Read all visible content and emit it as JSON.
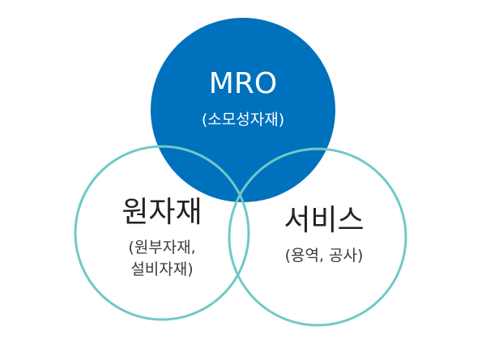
{
  "circles": {
    "mro": {
      "title": "MRO",
      "subtitle": "(소모성자재)",
      "fill_color": "#0071bc"
    },
    "raw_materials": {
      "title": "원자재",
      "subtitle_line1": "(원부자재,",
      "subtitle_line2": "설비자재)",
      "stroke_color": "#6fc9c6"
    },
    "services": {
      "title": "서비스",
      "subtitle": "(용역, 공사)",
      "stroke_color": "#6fc9c6"
    }
  }
}
